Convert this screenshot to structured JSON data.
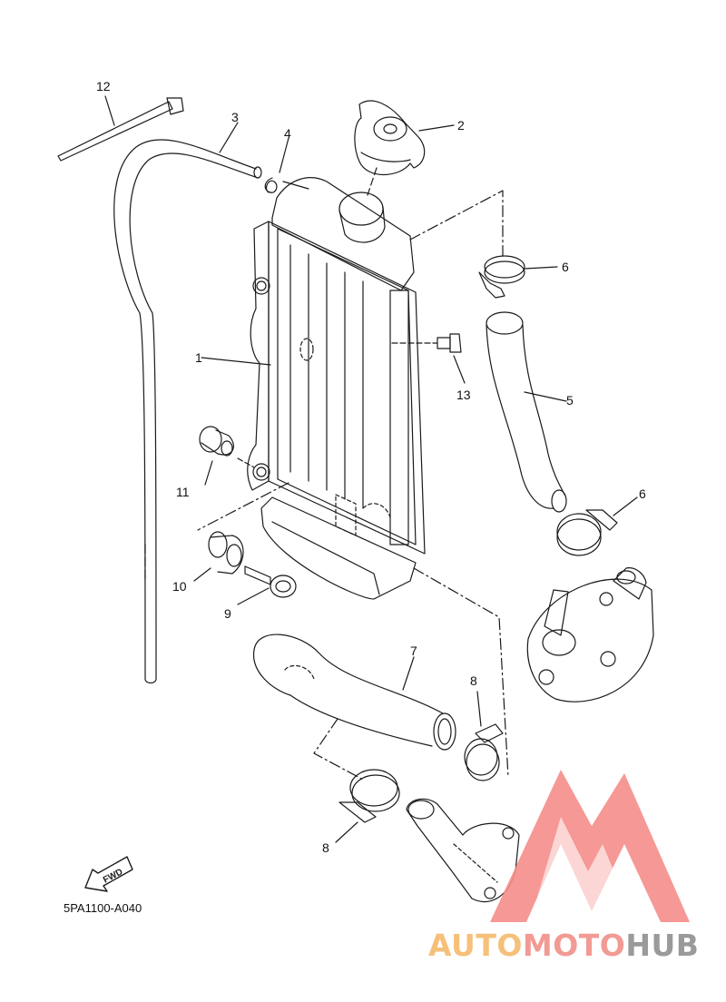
{
  "callouts": {
    "c1": "1",
    "c2": "2",
    "c3": "3",
    "c4": "4",
    "c5": "5",
    "c6a": "6",
    "c6b": "6",
    "c7": "7",
    "c8a": "8",
    "c8b": "8",
    "c9": "9",
    "c10": "10",
    "c11": "11",
    "c12": "12",
    "c13": "13"
  },
  "fwd_label": "FWD",
  "diagram_code": "5PA1100-A040",
  "watermark": {
    "part1": "AUTO",
    "part2": "MOTO",
    "part3": "HUB",
    "color1": "#f6c07a",
    "color2": "#f29a94",
    "color3": "#9a9a9a"
  },
  "colors": {
    "line": "#1a1a1a",
    "logo": "#f58d8a"
  }
}
